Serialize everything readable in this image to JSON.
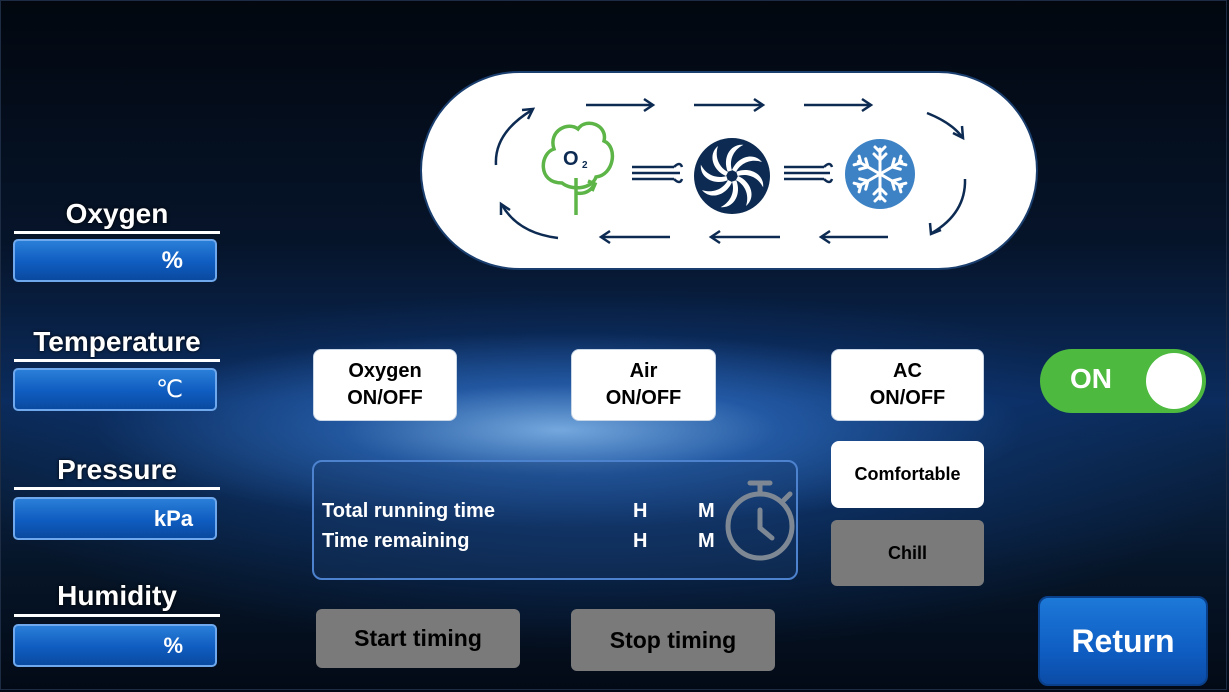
{
  "sensors": {
    "oxygen": {
      "label": "Oxygen",
      "unit": "%"
    },
    "temperature": {
      "label": "Temperature",
      "unit": "℃"
    },
    "pressure": {
      "label": "Pressure",
      "unit": "kPa"
    },
    "humidity": {
      "label": "Humidity",
      "unit": "%"
    }
  },
  "diagram": {
    "o2_text": "O",
    "o2_sub": "2",
    "icons": [
      "tree-o2-icon",
      "wind-icon",
      "fan-icon",
      "wind-icon",
      "snowflake-icon"
    ],
    "accent_green": "#5db548",
    "accent_navy": "#0d2b52",
    "snow_blue": "#3d82c4"
  },
  "controls": {
    "oxygen": {
      "line1": "Oxygen",
      "line2": "ON/OFF"
    },
    "air": {
      "line1": "Air",
      "line2": "ON/OFF"
    },
    "ac": {
      "line1": "AC",
      "line2": "ON/OFF"
    },
    "power_toggle": "ON",
    "mode_comfortable": "Comfortable",
    "mode_chill": "Chill"
  },
  "timer": {
    "total_label": "Total running time",
    "remaining_label": "Time  remaining",
    "hours_unit": "H",
    "minutes_unit": "M",
    "start_label": "Start timing",
    "stop_label": "Stop timing"
  },
  "return_label": "Return",
  "colors": {
    "toggle_on": "#4db93f",
    "sensor_box": "#0f5cc0",
    "return_button": "#1566cc",
    "inactive_button": "#7a7a7a"
  }
}
